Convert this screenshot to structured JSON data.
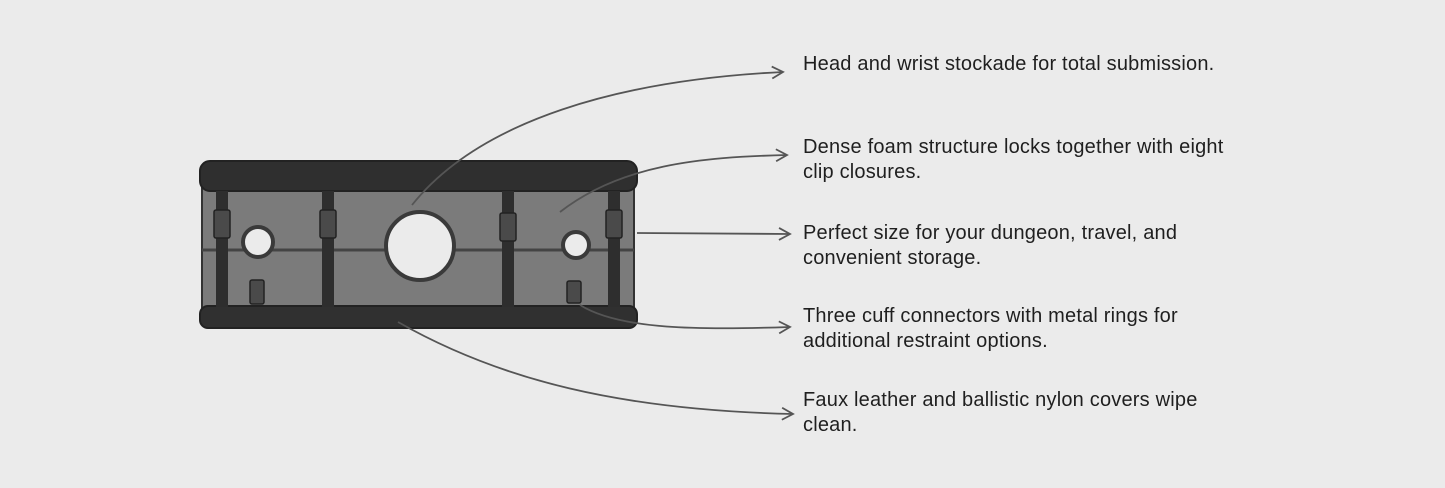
{
  "illustration": {
    "name": "stockade-product-illustration"
  },
  "callouts": [
    {
      "text": "Head and wrist stockade for total submission."
    },
    {
      "text": "Dense foam structure locks together with eight clip closures."
    },
    {
      "text": "Perfect size for your dungeon, travel, and convenient storage."
    },
    {
      "text": "Three cuff connectors with metal rings for additional restraint options."
    },
    {
      "text": "Faux leather and ballistic nylon covers wipe clean."
    }
  ],
  "colors": {
    "background": "#ebebeb",
    "body": "#7a7a7a",
    "trim": "#2e2e2e",
    "arrow": "#555555",
    "text": "#1f1f1f"
  }
}
